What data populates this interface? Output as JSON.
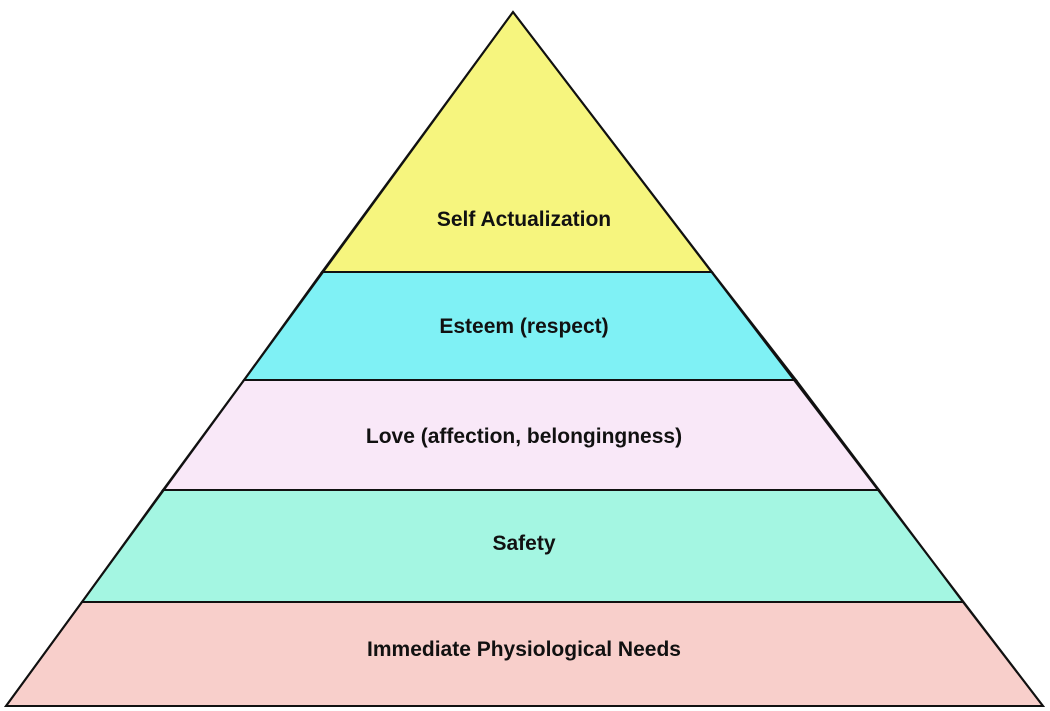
{
  "diagram": {
    "tiers": [
      {
        "label": "Self Actualization",
        "color": "#f6f57e"
      },
      {
        "label": "Esteem (respect)",
        "color": "#7ff1f5"
      },
      {
        "label": "Love (affection, belongingness)",
        "color": "#f9e8f8"
      },
      {
        "label": "Safety",
        "color": "#a4f6e2"
      },
      {
        "label": "Immediate Physiological Needs",
        "color": "#f8cfcb"
      }
    ],
    "outline_color": "#111111"
  }
}
